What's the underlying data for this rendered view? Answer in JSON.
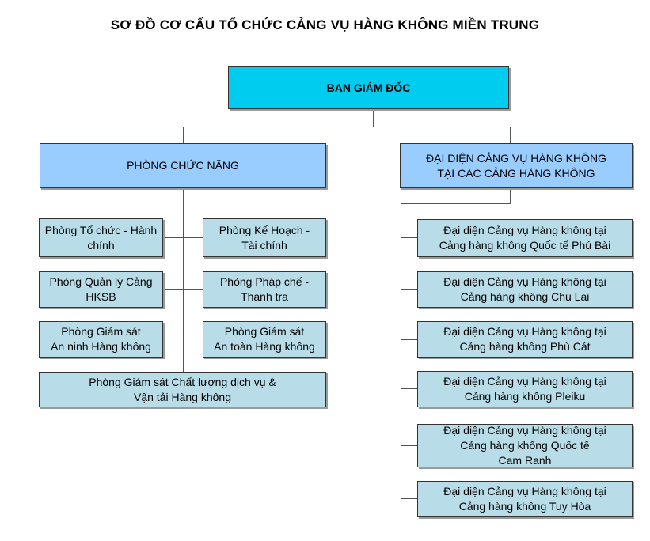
{
  "title": "SƠ ĐỒ CƠ CẤU TỔ CHỨC CẢNG VỤ HÀNG KHÔNG MIỀN TRUNG",
  "director": "BAN GIÁM ĐỐC",
  "left_branch": {
    "header": "PHÒNG CHỨC NĂNG",
    "units": [
      {
        "line1": "Phòng Tổ chức - Hành",
        "line2": "chính"
      },
      {
        "line1": "Phòng Kế Hoạch -",
        "line2": "Tài chính"
      },
      {
        "line1": "Phòng Quản lý Cảng",
        "line2": "HKSB"
      },
      {
        "line1": "Phòng Pháp chế -",
        "line2": "Thanh tra"
      },
      {
        "line1": "Phòng Giám sát",
        "line2": "An ninh Hàng không"
      },
      {
        "line1": "Phòng Giám sát",
        "line2": "An toàn Hàng không"
      },
      {
        "line1": "Phòng Giám sát Chất lượng dịch vụ &",
        "line2": "Vận tải Hàng không"
      }
    ]
  },
  "right_branch": {
    "header_line1": "ĐẠI DIỆN CẢNG VỤ HÀNG KHÔNG",
    "header_line2": "TẠI CÁC CẢNG HÀNG KHÔNG",
    "units": [
      {
        "line1": "Đại diện Cảng vụ Hàng không tại",
        "line2": "Cảng hàng không Quốc tế Phú Bài",
        "line3": ""
      },
      {
        "line1": "Đại diện Cảng vụ Hàng không tại",
        "line2": "Cảng hàng không Chu Lai",
        "line3": ""
      },
      {
        "line1": "Đại diện Cảng vụ Hàng không tại",
        "line2": "Cảng hàng không Phù Cát",
        "line3": ""
      },
      {
        "line1": "Đại diện Cảng vụ Hàng không tại",
        "line2": "Cảng hàng không Pleiku",
        "line3": ""
      },
      {
        "line1": "Đại diện Cảng vụ Hàng không tại",
        "line2": "Cảng hàng không Quốc tế",
        "line3": "Cam Ranh"
      },
      {
        "line1": "Đại diện Cảng vụ Hàng không tại",
        "line2": "Cảng hàng không Tuy Hòa",
        "line3": ""
      }
    ]
  }
}
